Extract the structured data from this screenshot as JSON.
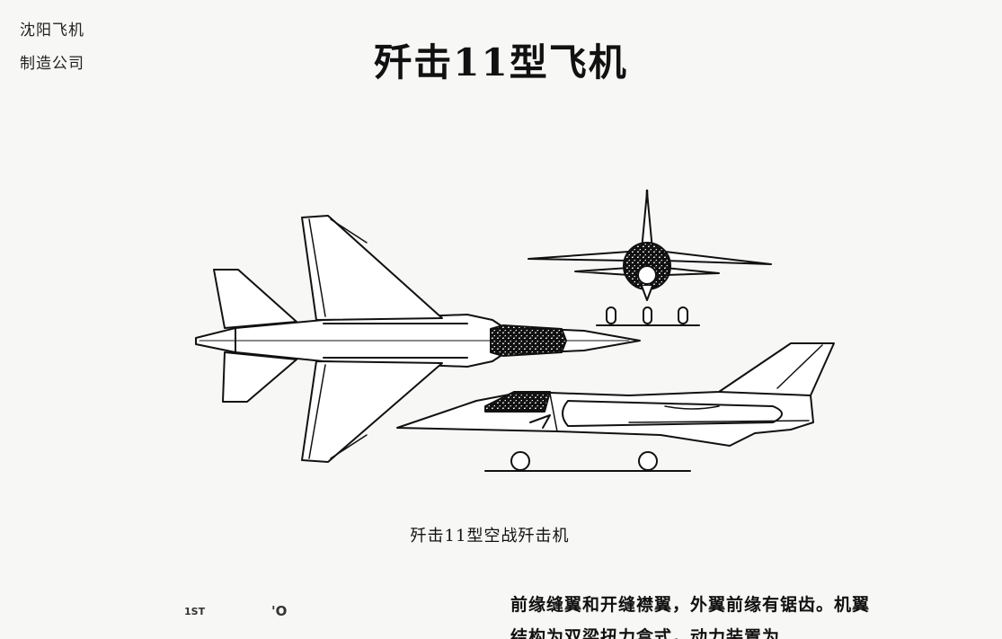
{
  "publisher": {
    "line1": "沈阳飞机",
    "line2": "制造公司"
  },
  "title": "歼击11型飞机",
  "figure": {
    "caption": "歼击11型空战歼击机",
    "views": [
      "top-view",
      "front-view",
      "side-view"
    ]
  },
  "body": {
    "line1": "前缘缝翼和开缝襟翼，外翼前缘有锯齿。机翼",
    "line2": "结构为双梁扭力盒式，动力装置为..."
  },
  "marks": {
    "left": "1ST",
    "right": "'O"
  }
}
